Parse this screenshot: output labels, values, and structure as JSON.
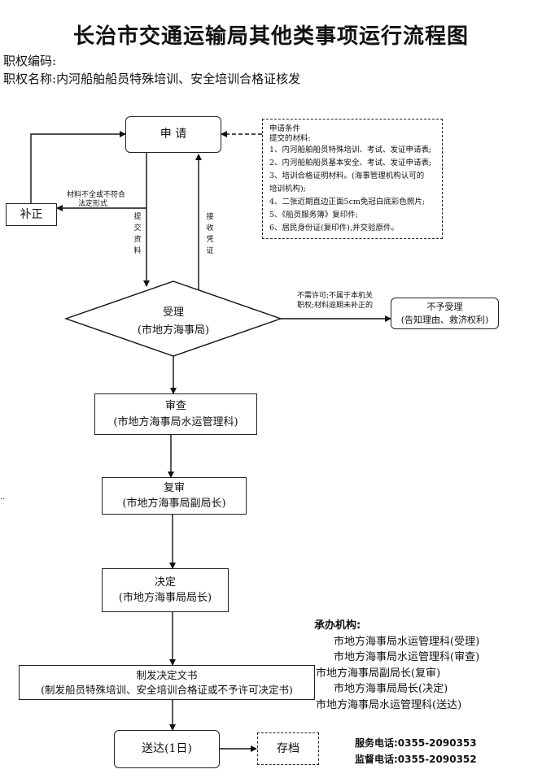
{
  "title": "长治市交通运输局其他类事项运行流程图",
  "meta": {
    "code_label": "职权编码:",
    "name_label": "职权名称:",
    "name_value": "内河船舶船员特殊培训、安全培训合格证核发"
  },
  "nodes": {
    "apply": "申 请",
    "correct": "补正",
    "accept_title": "受理",
    "accept_org": "(市地方海事局)",
    "reject_title": "不予受理",
    "reject_note": "(告知理由、救济权利)",
    "review_title": "审查",
    "review_org": "(市地方海事局水运管理科)",
    "recheck_title": "复审",
    "recheck_org": "(市地方海事局副局长)",
    "decide_title": "决定",
    "decide_org": "(市地方海事局局长)",
    "issue_title": "制发决定文书",
    "issue_note": "(制发船员特殊培训、安全培训合格证或不予许可决定书)",
    "deliver": "送达(1日)",
    "archive": "存档"
  },
  "edge_labels": {
    "incomplete_1": "材料不全或不符合",
    "incomplete_2": "法定形式",
    "submit": "提交资料",
    "receipt": "接收凭证",
    "reject_1": "不需许可;不属于本机关",
    "reject_2": "职权;材料逾期未补正的"
  },
  "conditions": {
    "head": "申请条件",
    "sub": "提交的材料:",
    "items": [
      "1、内河船舶船员特殊培训、考试、发证申请表;",
      "2、内河船舶船员基本安全、考试、发证申请表;",
      "3、培训合格证明材料。(海事管理机构认可的",
      "培训机构);",
      "4、二张近期直边正面5cm免冠白底彩色照片;",
      "5、《船员服务簿》复印件;",
      "6、居民身份证(复印件),并交验原件。"
    ]
  },
  "agency": {
    "head": "承办机构:",
    "lines": [
      "市地方海事局水运管理科(受理)",
      "市地方海事局水运管理科(审查)",
      "市地方海事局副局长(复审)",
      "市地方海事局局长(决定)",
      "市地方海事局水运管理科(送达)"
    ]
  },
  "phones": {
    "service": "服务电话:0355-2090353",
    "supervise": "监督电话:0355-2090352"
  },
  "stray_mark": ".."
}
